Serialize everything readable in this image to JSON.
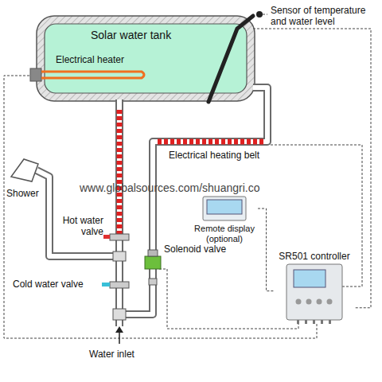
{
  "diagram": {
    "nodes": [
      {
        "text": [
          "Solar water tank"
        ]
      },
      {
        "text": [
          "Remote display (optional)"
        ]
      },
      {
        "text": [
          "SR501 controller"
        ]
      }
    ],
    "edges": [
      {
        "from": 0,
        "to": 2,
        "arrow": "none"
      },
      {
        "from": 1,
        "to": 2,
        "arrow": "none"
      }
    ],
    "labels": [
      "Sensor of temperature and water level",
      "Electrical heater",
      "Electrical heating belt",
      "www.globalsources.com/shuangri.co",
      "Shower",
      "Hot water valve",
      "Solenoid valve",
      "Cold water valve",
      "Water inlet"
    ]
  }
}
